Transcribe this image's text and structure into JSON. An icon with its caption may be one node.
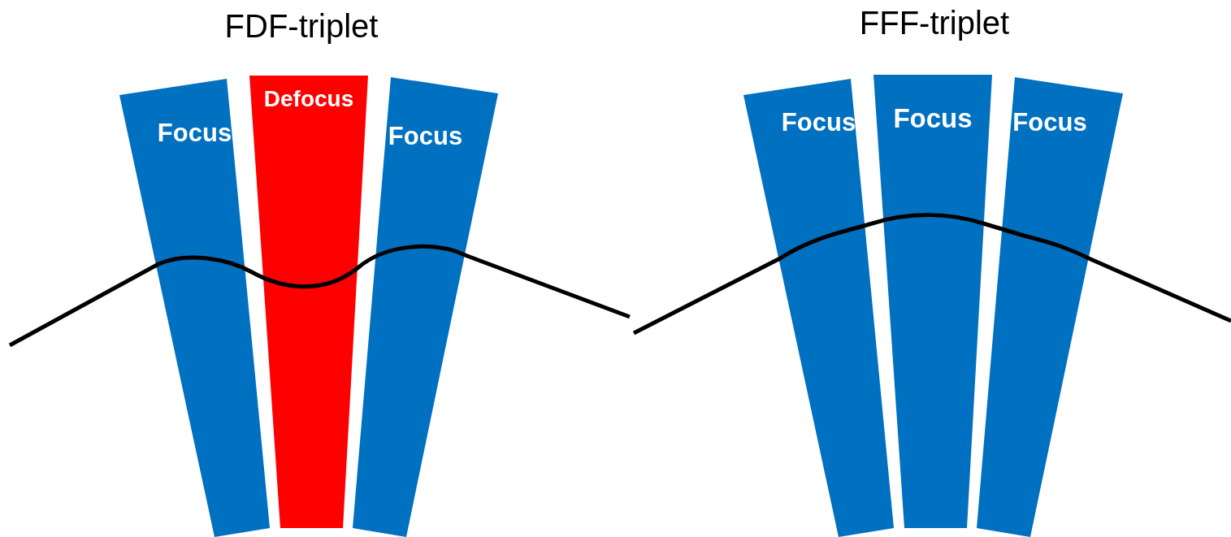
{
  "diagram": {
    "nodes": [
      {
        "text": [
          "Focus"
        ]
      },
      {
        "text": [
          "Defocus"
        ]
      },
      {
        "text": [
          "Focus"
        ]
      },
      {
        "text": [
          "Focus"
        ]
      },
      {
        "text": [
          "Focus"
        ]
      },
      {
        "text": [
          "Focus"
        ]
      }
    ],
    "labels": [
      "FDF-triplet",
      "FFF-triplet"
    ]
  }
}
